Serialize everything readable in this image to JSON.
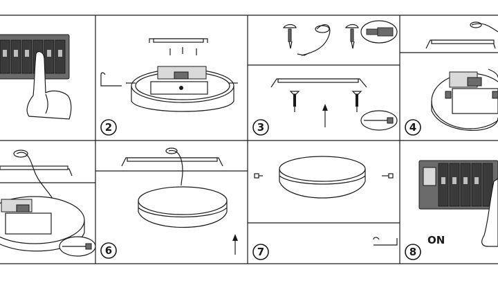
{
  "steps": [
    {
      "id": "step-1",
      "number": ""
    },
    {
      "id": "step-2",
      "number": "2"
    },
    {
      "id": "step-3",
      "number": "3"
    },
    {
      "id": "step-4",
      "number": "4"
    },
    {
      "id": "step-5",
      "number": ""
    },
    {
      "id": "step-6",
      "number": "6"
    },
    {
      "id": "step-7",
      "number": "7"
    },
    {
      "id": "step-8",
      "number": "8"
    }
  ],
  "labels": {
    "on": "ON"
  },
  "colors": {
    "line": "#1a1a1a",
    "background": "#ffffff",
    "breaker_gray": "#6b6b6b"
  }
}
